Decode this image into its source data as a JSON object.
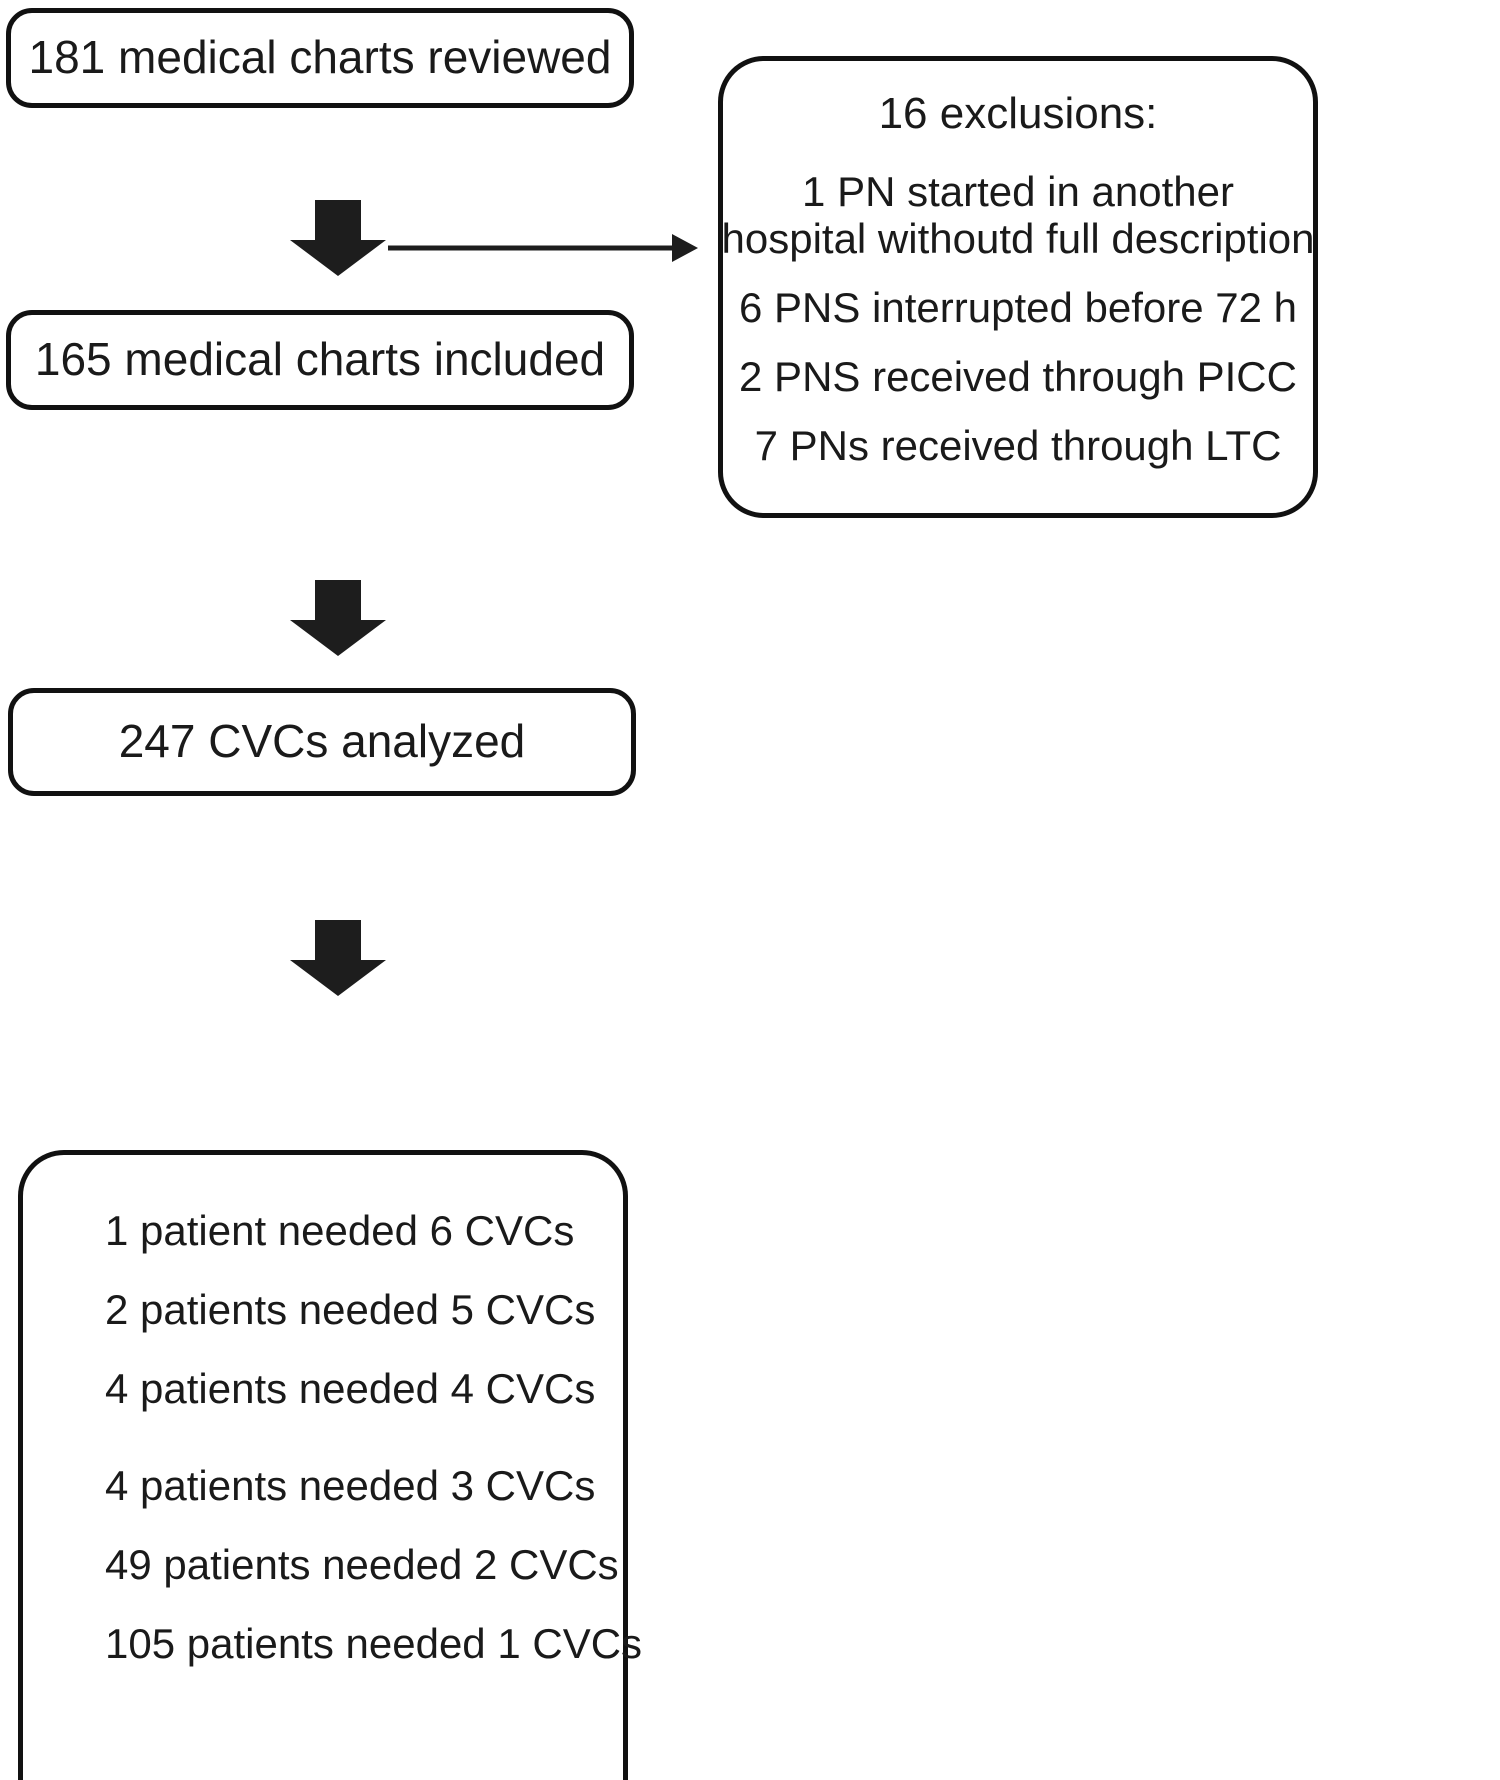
{
  "diagram": {
    "title": "Patient and CVC selection flow",
    "style": {
      "background": "#ffffff",
      "border_color": "#111111",
      "text_color": "#1a1a1a",
      "arrow_color": "#1d1d1d"
    }
  },
  "nodes": {
    "reviewed": {
      "text": "181 medical charts reviewed",
      "count": 181
    },
    "included": {
      "text": "165 medical charts included",
      "count": 165
    },
    "analyzed": {
      "text": "247 CVCs analyzed",
      "count": 247
    },
    "exclusions": {
      "heading": "16 exclusions:",
      "count": 16,
      "items": [
        {
          "line1": "1 PN started in another",
          "line2": "hospital withoutd full description",
          "count": 1
        },
        {
          "line1": "6 PNS interrupted before 72 h",
          "count": 6
        },
        {
          "line1": "2 PNS received through PICC",
          "count": 2
        },
        {
          "line1": "7 PNs received through LTC",
          "count": 7
        }
      ]
    },
    "breakdown": {
      "items": [
        {
          "text": "1 patient needed 6 CVCs",
          "patients": 1,
          "cvcs": 6
        },
        {
          "text": "2 patients needed 5 CVCs",
          "patients": 2,
          "cvcs": 5
        },
        {
          "text": "4 patients needed 4 CVCs",
          "patients": 4,
          "cvcs": 4
        },
        {
          "text": "4 patients needed 3 CVCs",
          "patients": 4,
          "cvcs": 3
        },
        {
          "text": "49 patients needed 2 CVCs",
          "patients": 49,
          "cvcs": 2
        },
        {
          "text": "105 patients needed 1 CVCs",
          "patients": 105,
          "cvcs": 1
        }
      ]
    }
  },
  "arrows": {
    "reviewed_to_included": "down-block-arrow",
    "included_to_analyzed": "down-block-arrow",
    "analyzed_to_breakdown": "down-block-arrow",
    "to_exclusions": "right-line-arrow"
  }
}
